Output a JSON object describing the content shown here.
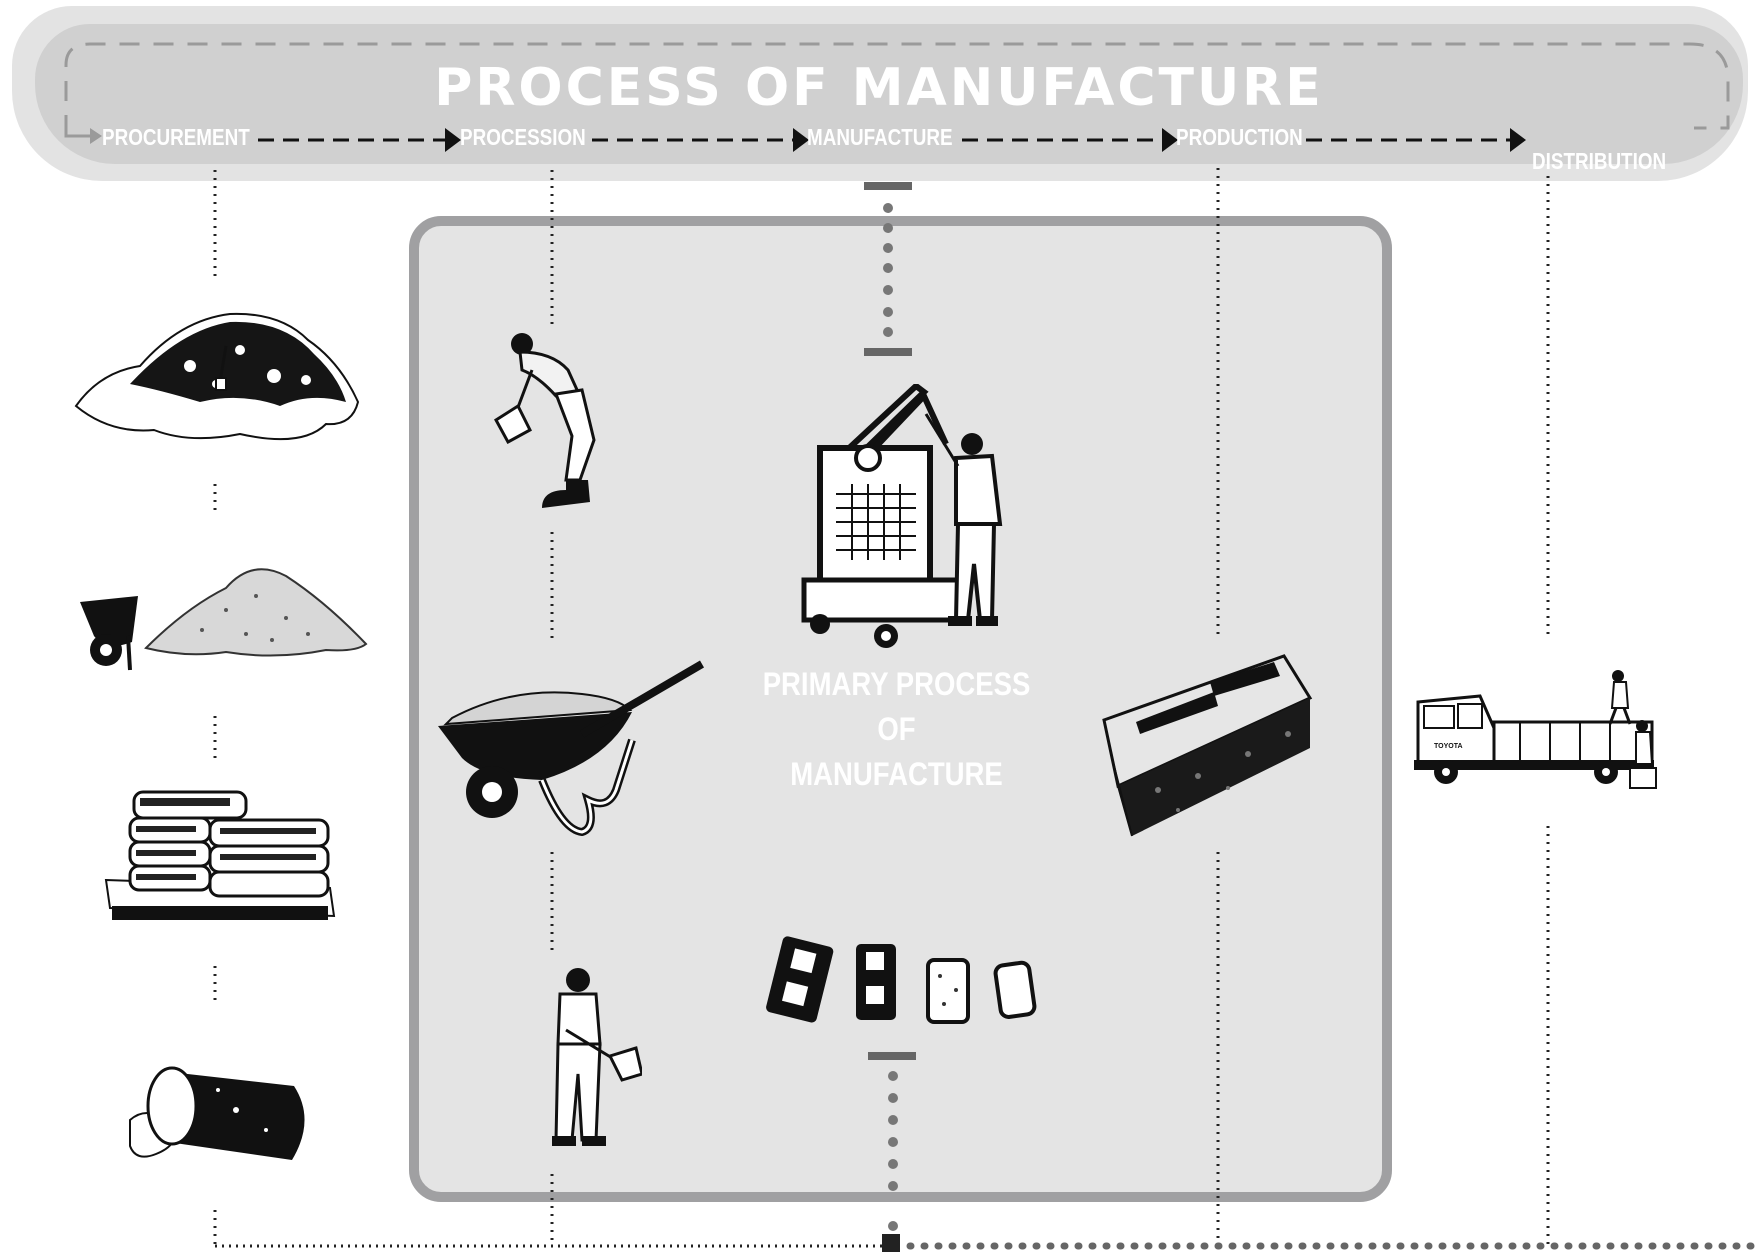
{
  "title": "PROCESS OF MANUFACTURE",
  "stages": [
    "PROCUREMENT",
    "PROCESSION",
    "MANUFACTURE",
    "PRODUCTION",
    "DISTRIBUTION"
  ],
  "panel": {
    "label_line1": "PRIMARY PROCESS",
    "label_line2": "OF",
    "label_line3": "MANUFACTURE"
  },
  "illustrations": {
    "procurement": [
      "soil-pile-with-shovel",
      "sand-pile-with-wheelbarrow",
      "cement-bags-on-pallet",
      "water-barrel"
    ],
    "procession": [
      "worker-with-shovel",
      "filled-wheelbarrow",
      "standing-worker-with-shovel"
    ],
    "manufacture": [
      "block-press-machine-with-operator",
      "block-samples"
    ],
    "production": [
      "concrete-hollow-block"
    ],
    "distribution": [
      "delivery-truck-with-workers"
    ],
    "truck_brand": "TOYOTA"
  },
  "colors": {
    "banner_outer": "#e3e3e3",
    "banner_inner": "#d0d0d0",
    "panel_fill": "#e4e4e4",
    "panel_border": "#a0a0a2",
    "connector": "#222222",
    "label_text": "#ffffff"
  }
}
